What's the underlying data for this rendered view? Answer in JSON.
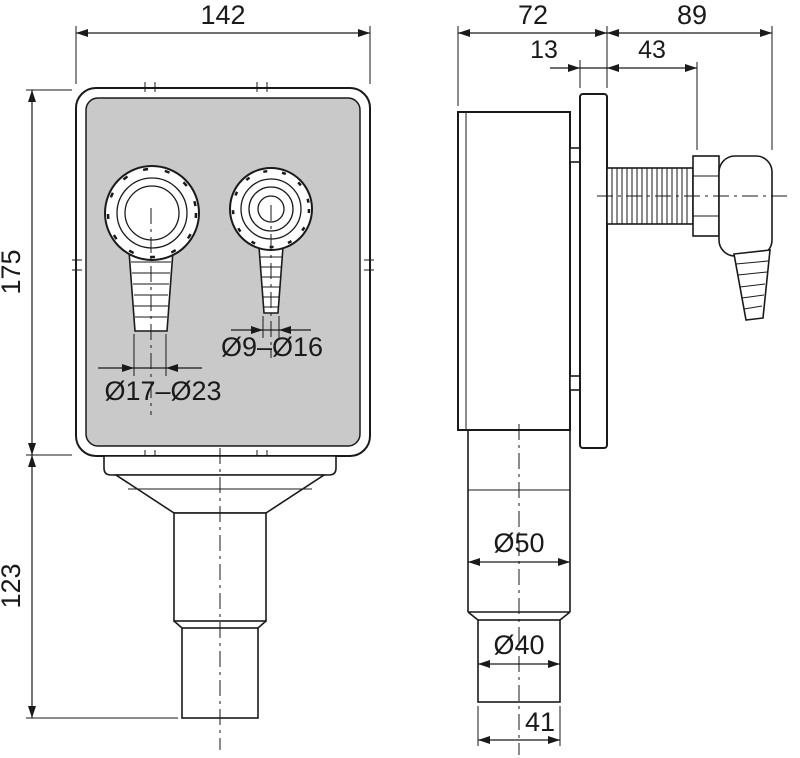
{
  "colors": {
    "panel": "#c9c9c9",
    "line": "#1a1a1a"
  },
  "front_view": {
    "width": "142",
    "height_body": "175",
    "height_outlet": "123",
    "outlet_large": "Ø17–Ø23",
    "outlet_small": "Ø9–Ø16"
  },
  "side_view": {
    "depth": "72",
    "protrusion": "89",
    "plate_thickness": "13",
    "thread_length": "43",
    "pipe_upper_diameter": "Ø50",
    "pipe_lower_diameter": "Ø40",
    "bottom_width": "41"
  }
}
